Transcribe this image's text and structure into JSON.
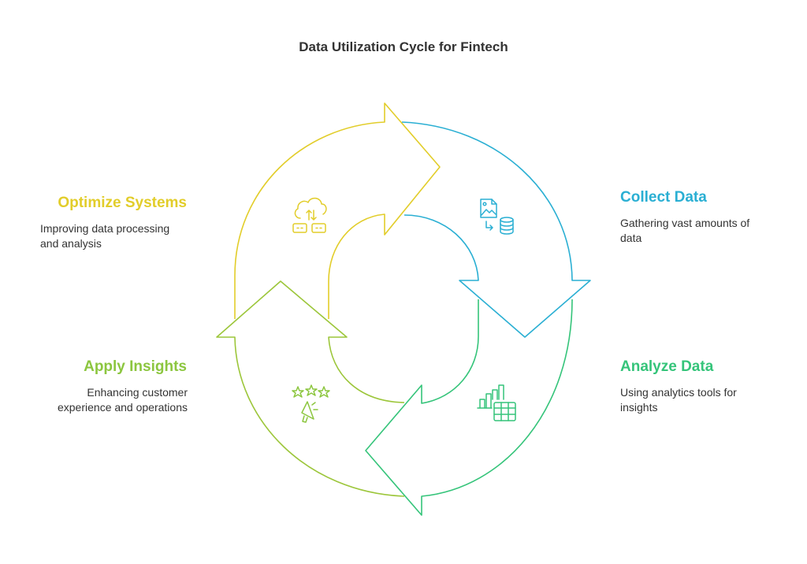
{
  "title": "Data Utilization Cycle for Fintech",
  "stages": [
    {
      "id": "collect",
      "title": "Collect Data",
      "description": "Gathering vast amounts of data",
      "color": "#2aafd3",
      "icon": "image-database-icon"
    },
    {
      "id": "analyze",
      "title": "Analyze Data",
      "description": "Using analytics tools for insights",
      "color": "#35c47a",
      "icon": "chart-table-icon"
    },
    {
      "id": "apply",
      "title": "Apply Insights",
      "description": "Enhancing customer experience and operations",
      "color": "#8cc63f",
      "icon": "stars-megaphone-icon"
    },
    {
      "id": "optimize",
      "title": "Optimize Systems",
      "description": "Improving data processing and analysis",
      "color": "#e2cd2a",
      "icon": "cloud-servers-icon"
    }
  ]
}
